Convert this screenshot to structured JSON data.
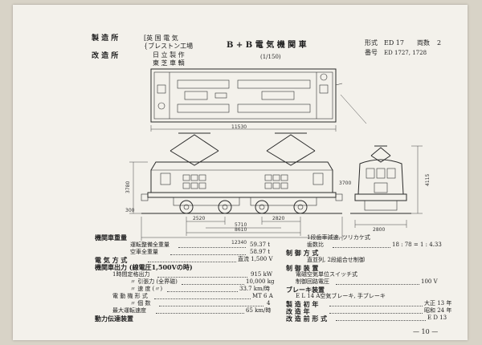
{
  "header": {
    "maker_label": "製 造 所",
    "maker_lines": [
      "[英 国 電 気",
      "{ブレストン工場"
    ],
    "modifier_label": "改 造 所",
    "modifier_lines": [
      "日 立 製 作",
      "東 芝 車 輌"
    ],
    "title": "B + B 電 気 機 関 車",
    "scale": "(1/150)",
    "type_label": "形式",
    "type_value": "ED 17",
    "count_label": "両数",
    "count_value": "2",
    "number_label": "番号",
    "number_value": "ED 1727, 1728"
  },
  "dimensions": {
    "length": "11530",
    "overall_length": "12340",
    "wheelbase_total": "8610",
    "bogie_center": "5710",
    "wheelbase_bogie": "2520",
    "wheelbase_bogie_2": "2820",
    "width": "2800",
    "height": "4115",
    "side_height": "3780",
    "side_height_2": "3700",
    "side_mark": "300"
  },
  "specs_left": [
    {
      "label": "機関車重量",
      "value": "",
      "bold": true
    },
    {
      "label": "運転整備全重量",
      "value": "59.37 t",
      "indent": true
    },
    {
      "label": "空車全重量",
      "value": "58.97 t",
      "indent": true
    },
    {
      "label": "電 気 方 式",
      "value": "直流 1,500 V",
      "bold": true
    },
    {
      "label": "機関車出力 (線電圧1,500Vの時)",
      "value": "",
      "bold": true
    },
    {
      "label": "1時間定格出力",
      "value": "915 kW",
      "indent": true
    },
    {
      "label": "〃  引張力 (全界磁)",
      "value": "10,000 kg",
      "indent": true
    },
    {
      "label": "〃  速 度 (〃)",
      "value": "33.7 km/時",
      "indent": true
    },
    {
      "label": "電 動 機 形 式",
      "value": "MT 6 A",
      "indent": true
    },
    {
      "label": "〃  個 数",
      "value": "4",
      "indent": true
    },
    {
      "label": "最大運転速度",
      "value": "65 km/時",
      "indent": true
    },
    {
      "label": "動力伝達装置",
      "value": "",
      "bold": true
    }
  ],
  "specs_right": [
    {
      "label": "1段歯車減速, ツリカケ式",
      "value": "",
      "indent": true
    },
    {
      "label": "歯数比",
      "value": "18 : 78 = 1 : 4.33",
      "indent": true
    },
    {
      "label": "制 御 方 式",
      "value": "",
      "bold": true
    },
    {
      "label": "直並列, 2段組合せ制御",
      "value": "",
      "indent": true
    },
    {
      "label": "制 御 装 置",
      "value": "",
      "bold": true
    },
    {
      "label": "電磁空気単位スイッチ式",
      "value": "",
      "indent": true
    },
    {
      "label": "制御回路電圧",
      "value": "100 V",
      "indent": true
    },
    {
      "label": "ブレーキ装置",
      "value": "",
      "bold": true
    },
    {
      "label": "E L 14 A空気ブレーキ, 手ブレーキ",
      "value": "",
      "indent": true
    },
    {
      "label": "製 造 初 年",
      "value": "大正 13 年",
      "bold": true
    },
    {
      "label": "改 造 年",
      "value": "昭和 24 年",
      "bold": true
    },
    {
      "label": "改 造 前 形 式",
      "value": "E D 13",
      "bold": true
    }
  ],
  "page_number": "— 10 —"
}
